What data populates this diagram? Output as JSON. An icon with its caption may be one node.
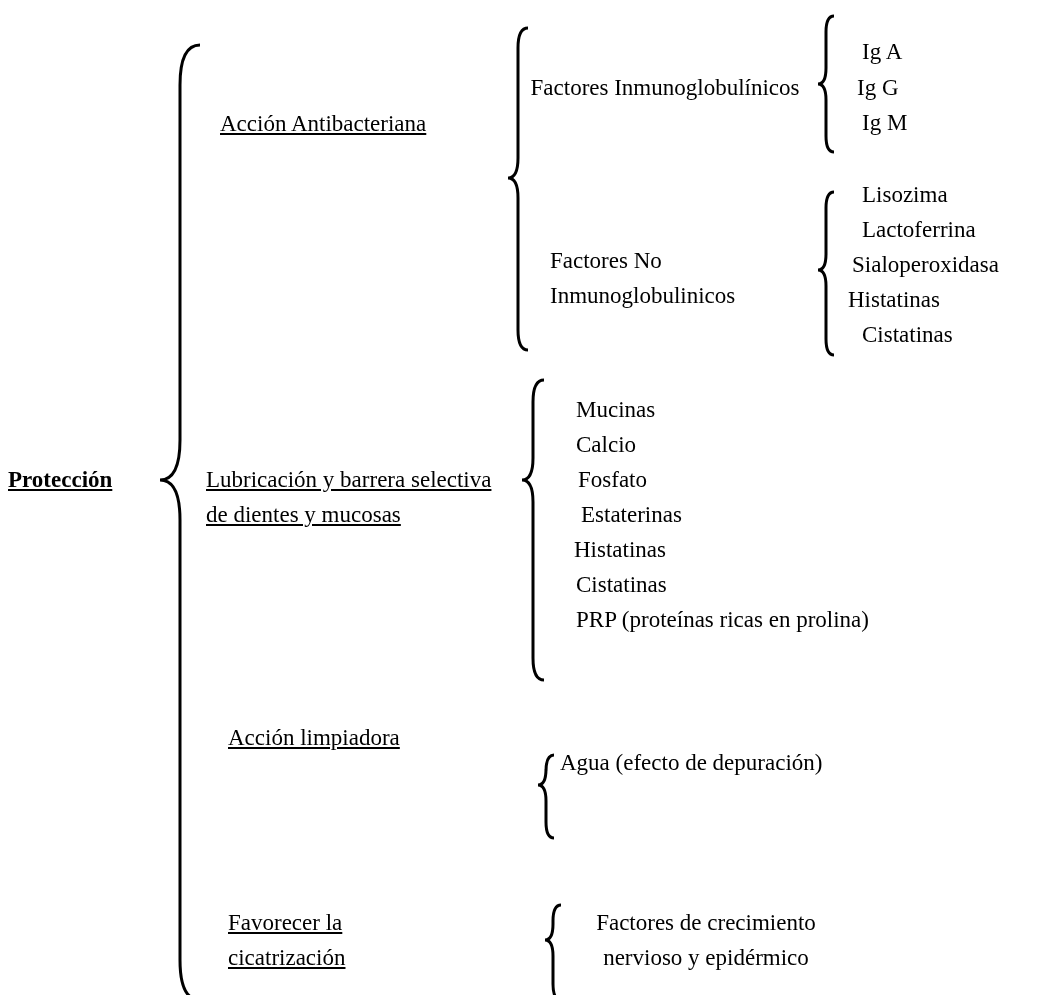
{
  "diagram": {
    "labels": [
      "Protección",
      "Acción Antibacteriana",
      "Factores Inmunoglobulínicos",
      "Ig A",
      "Ig G",
      "Ig M",
      "Factores No Inmunoglobulinicos",
      "Lisozima",
      "Lactoferrina",
      "Sialoperoxidasa",
      "Histatinas",
      "Cistatinas",
      "Lubricación y barrera selectiva de dientes y mucosas",
      "Mucinas",
      "Calcio",
      "Fosfato",
      "Estaterinas",
      "Histatinas",
      "Cistatinas",
      "PRP (proteínas ricas en prolina)",
      "Acción limpiadora",
      "Agua (efecto de depuración)",
      "Favorecer la cicatrización",
      "Factores de crecimiento nervioso y epidérmico"
    ]
  }
}
